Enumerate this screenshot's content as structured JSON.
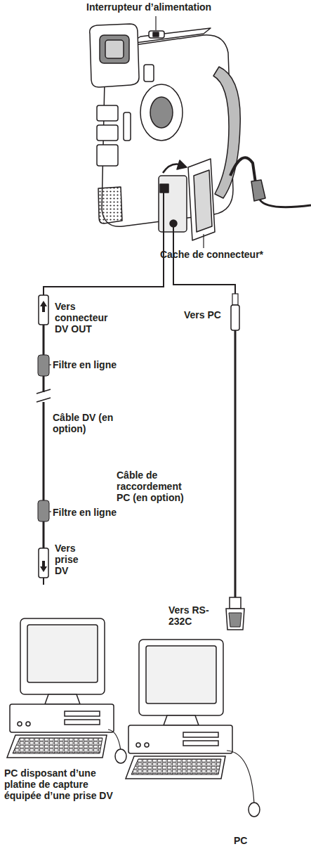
{
  "diagram": {
    "labels": [
      "Interrupteur d’alimentation",
      "Cache de connecteur*",
      "Vers connecteur DV OUT",
      "Vers PC",
      "Filtre en ligne",
      "Câble DV (en option)",
      "Câble de raccordement PC (en option)",
      "Filtre en ligne",
      "Vers prise DV",
      "Vers RS-232C",
      "PC disposant d’une platine de capture équipée d’une prise DV",
      "PC"
    ]
  }
}
